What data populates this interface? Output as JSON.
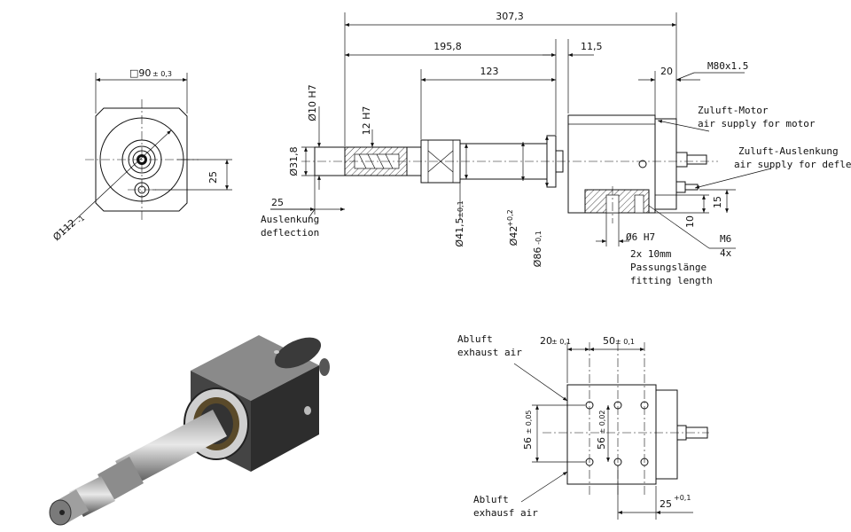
{
  "dims": {
    "square": "□90",
    "square_tol": "± 0,3",
    "d112": "Ø112",
    "d112_tol": "-1",
    "side25": "25",
    "len307": "307,3",
    "len195": "195,8",
    "len11": "11,5",
    "len123": "123",
    "len20": "20",
    "thread": "M80x1.5",
    "d10": "Ø10 H7",
    "h12": "12 H7",
    "d31": "Ø31,8",
    "defl25": "25",
    "d41": "Ø41,5",
    "d41_tol": "±0,1",
    "d42": "Ø42",
    "d42_tol": "+0,2",
    "d86": "Ø86",
    "d86_tol": "-0,1",
    "d6": "Ø6 H7",
    "fit": "2x 10mm",
    "h10": "10",
    "h15": "15",
    "m6": "M6",
    "m6_count": "4x",
    "dist20": "20",
    "dist20_tol": "± 0,1",
    "dist50": "50",
    "dist50_tol": "± 0,1",
    "v56a": "56",
    "v56a_tol": "± 0,05",
    "v56b": "56",
    "v56b_tol": "± 0,02",
    "d25b": "25",
    "d25b_tol": "+0,1"
  },
  "labels": {
    "deflection_de": "Auslenkung",
    "deflection_en": "deflection",
    "air_motor_de": "Zuluft-Motor",
    "air_motor_en": "air supply for motor",
    "air_defl_de": "Zuluft-Auslenkung",
    "air_defl_en": "air supply for deflection",
    "fit_de": "Passungslänge",
    "fit_en": "fitting length",
    "exhaust_de_1": "Abluft",
    "exhaust_en_1": "exhaust air",
    "exhaust_de_2": "Abluft",
    "exhaust_en_2": "exhausf air"
  }
}
